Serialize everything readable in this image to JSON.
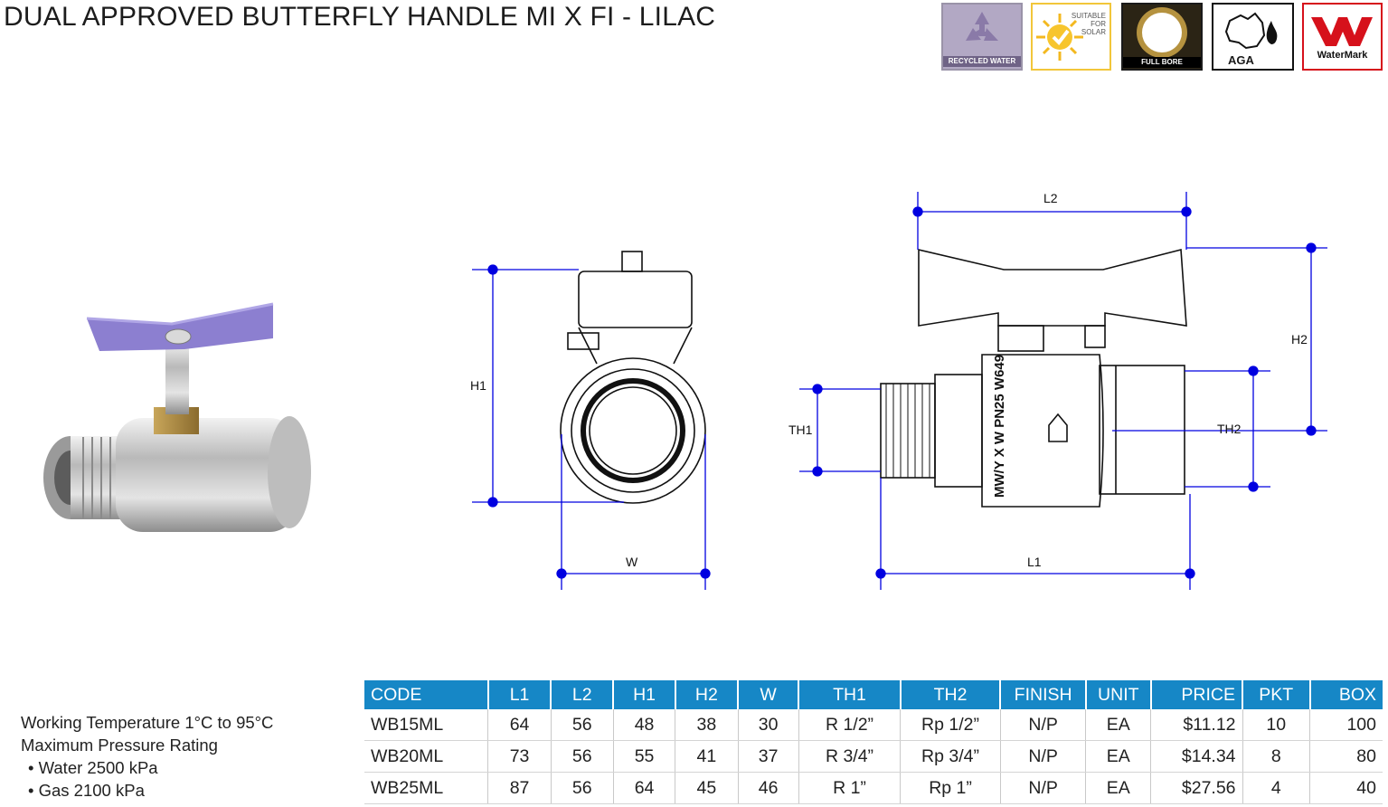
{
  "title": "DUAL APPROVED BUTTERFLY HANDLE MI X FI - LILAC",
  "badges": {
    "recycled": "RECYCLED WATER",
    "solar": "SUITABLE FOR SOLAR",
    "fullbore": "FULL BORE",
    "aga": "AGA",
    "watermark": "WaterMark"
  },
  "dimension_labels": {
    "h1": "H1",
    "w": "W",
    "l2": "L2",
    "h2": "H2",
    "th1": "TH1",
    "th2": "TH2",
    "l1": "L1"
  },
  "specs": {
    "line1": "Working Temperature  1°C to 95°C",
    "line2": "Maximum Pressure Rating",
    "water": "• Water 2500 kPa",
    "gas": "• Gas 2100 kPa"
  },
  "table": {
    "headers": [
      "CODE",
      "L1",
      "L2",
      "H1",
      "H2",
      "W",
      "TH1",
      "TH2",
      "FINISH",
      "UNIT",
      "PRICE",
      "PKT",
      "BOX"
    ],
    "rows": [
      [
        "WB15ML",
        "64",
        "56",
        "48",
        "38",
        "30",
        "R 1/2”",
        "Rp 1/2”",
        "N/P",
        "EA",
        "$11.12",
        "10",
        "100"
      ],
      [
        "WB20ML",
        "73",
        "56",
        "55",
        "41",
        "37",
        "R 3/4”",
        "Rp 3/4”",
        "N/P",
        "EA",
        "$14.34",
        "8",
        "80"
      ],
      [
        "WB25ML",
        "87",
        "56",
        "64",
        "45",
        "46",
        "R 1”",
        "Rp 1”",
        "N/P",
        "EA",
        "$27.56",
        "4",
        "40"
      ]
    ]
  },
  "colors": {
    "header_blue": "#1687c6",
    "handle_lilac": "#8c7fd0",
    "dimension_blue": "#0000e0",
    "watermark_red": "#d6111b"
  }
}
